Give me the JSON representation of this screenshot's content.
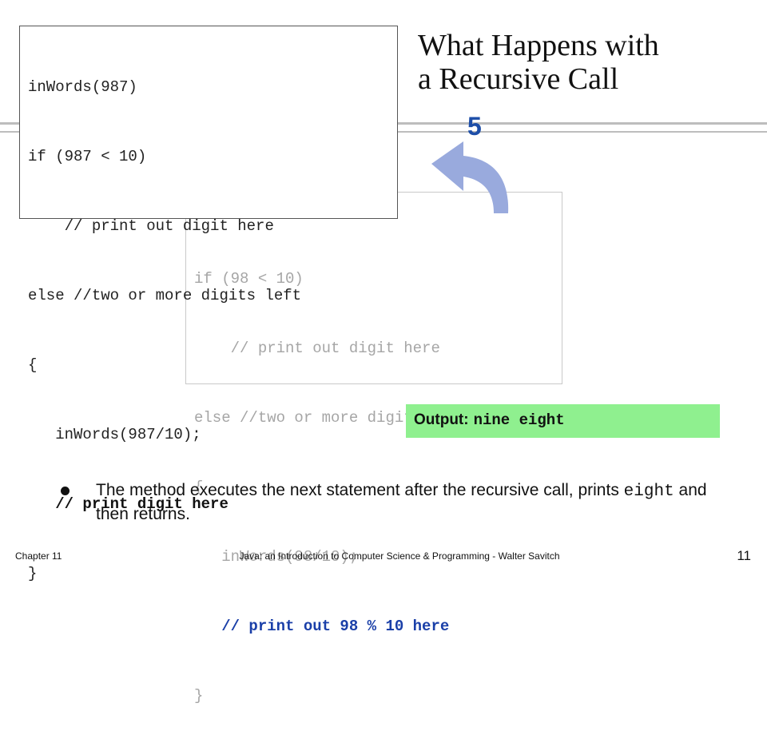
{
  "slide": {
    "title_line1": "What Happens with",
    "title_line2": "a Recursive Call",
    "step_number": "5"
  },
  "back_code": {
    "lines": [
      "if (98 < 10)",
      "    // print out digit here",
      "else //two or more digits left",
      "{",
      "   inWords(98/10);",
      "   // print out 98 % 10 here",
      "}"
    ]
  },
  "front_code": {
    "lines": [
      "inWords(987)",
      "if (987 < 10)",
      "    // print out digit here",
      "else //two or more digits left",
      "{",
      "   inWords(987/10);",
      "   // print digit here",
      "}"
    ]
  },
  "output": {
    "label": "Output:",
    "value": "nine eight"
  },
  "bullet": {
    "part1": "The method executes the next statement after the recursive call, prints ",
    "code": "eight",
    "part2": " and then returns."
  },
  "footer": {
    "left": "Chapter 11",
    "center": "Java: an Introduction to Computer Science & Programming - Walter Savitch",
    "page": "11"
  },
  "colors": {
    "output_bg": "#8ff08f",
    "highlight_blue": "#1a3fa8",
    "arrow_blue": "#99aadd",
    "step_blue": "#1d4ea8"
  }
}
